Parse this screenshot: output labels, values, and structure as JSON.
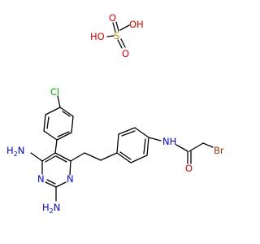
{
  "colors": {
    "bond": "#000000",
    "oxygen": "#e60000",
    "sulfur": "#a69900",
    "nitrogen": "#0000ff",
    "chlorine": "#00aa00",
    "bromine": "#993300"
  },
  "sulfate": {
    "oh_top": "OH",
    "ho_left": "HO",
    "s": "S",
    "o_upper": "O",
    "o_lower": "O"
  },
  "molecule": {
    "cl": "Cl",
    "nh2_top_h": "H",
    "nh2_top_n": "N",
    "nh2_top_sub": "2",
    "nh2_bottom_h": "H",
    "nh2_bottom_n": "N",
    "nh2_bottom_sub": "2",
    "ring_n_left": "N",
    "ring_n_right": "N",
    "nh": "NH",
    "o": "O",
    "br": "Br"
  }
}
